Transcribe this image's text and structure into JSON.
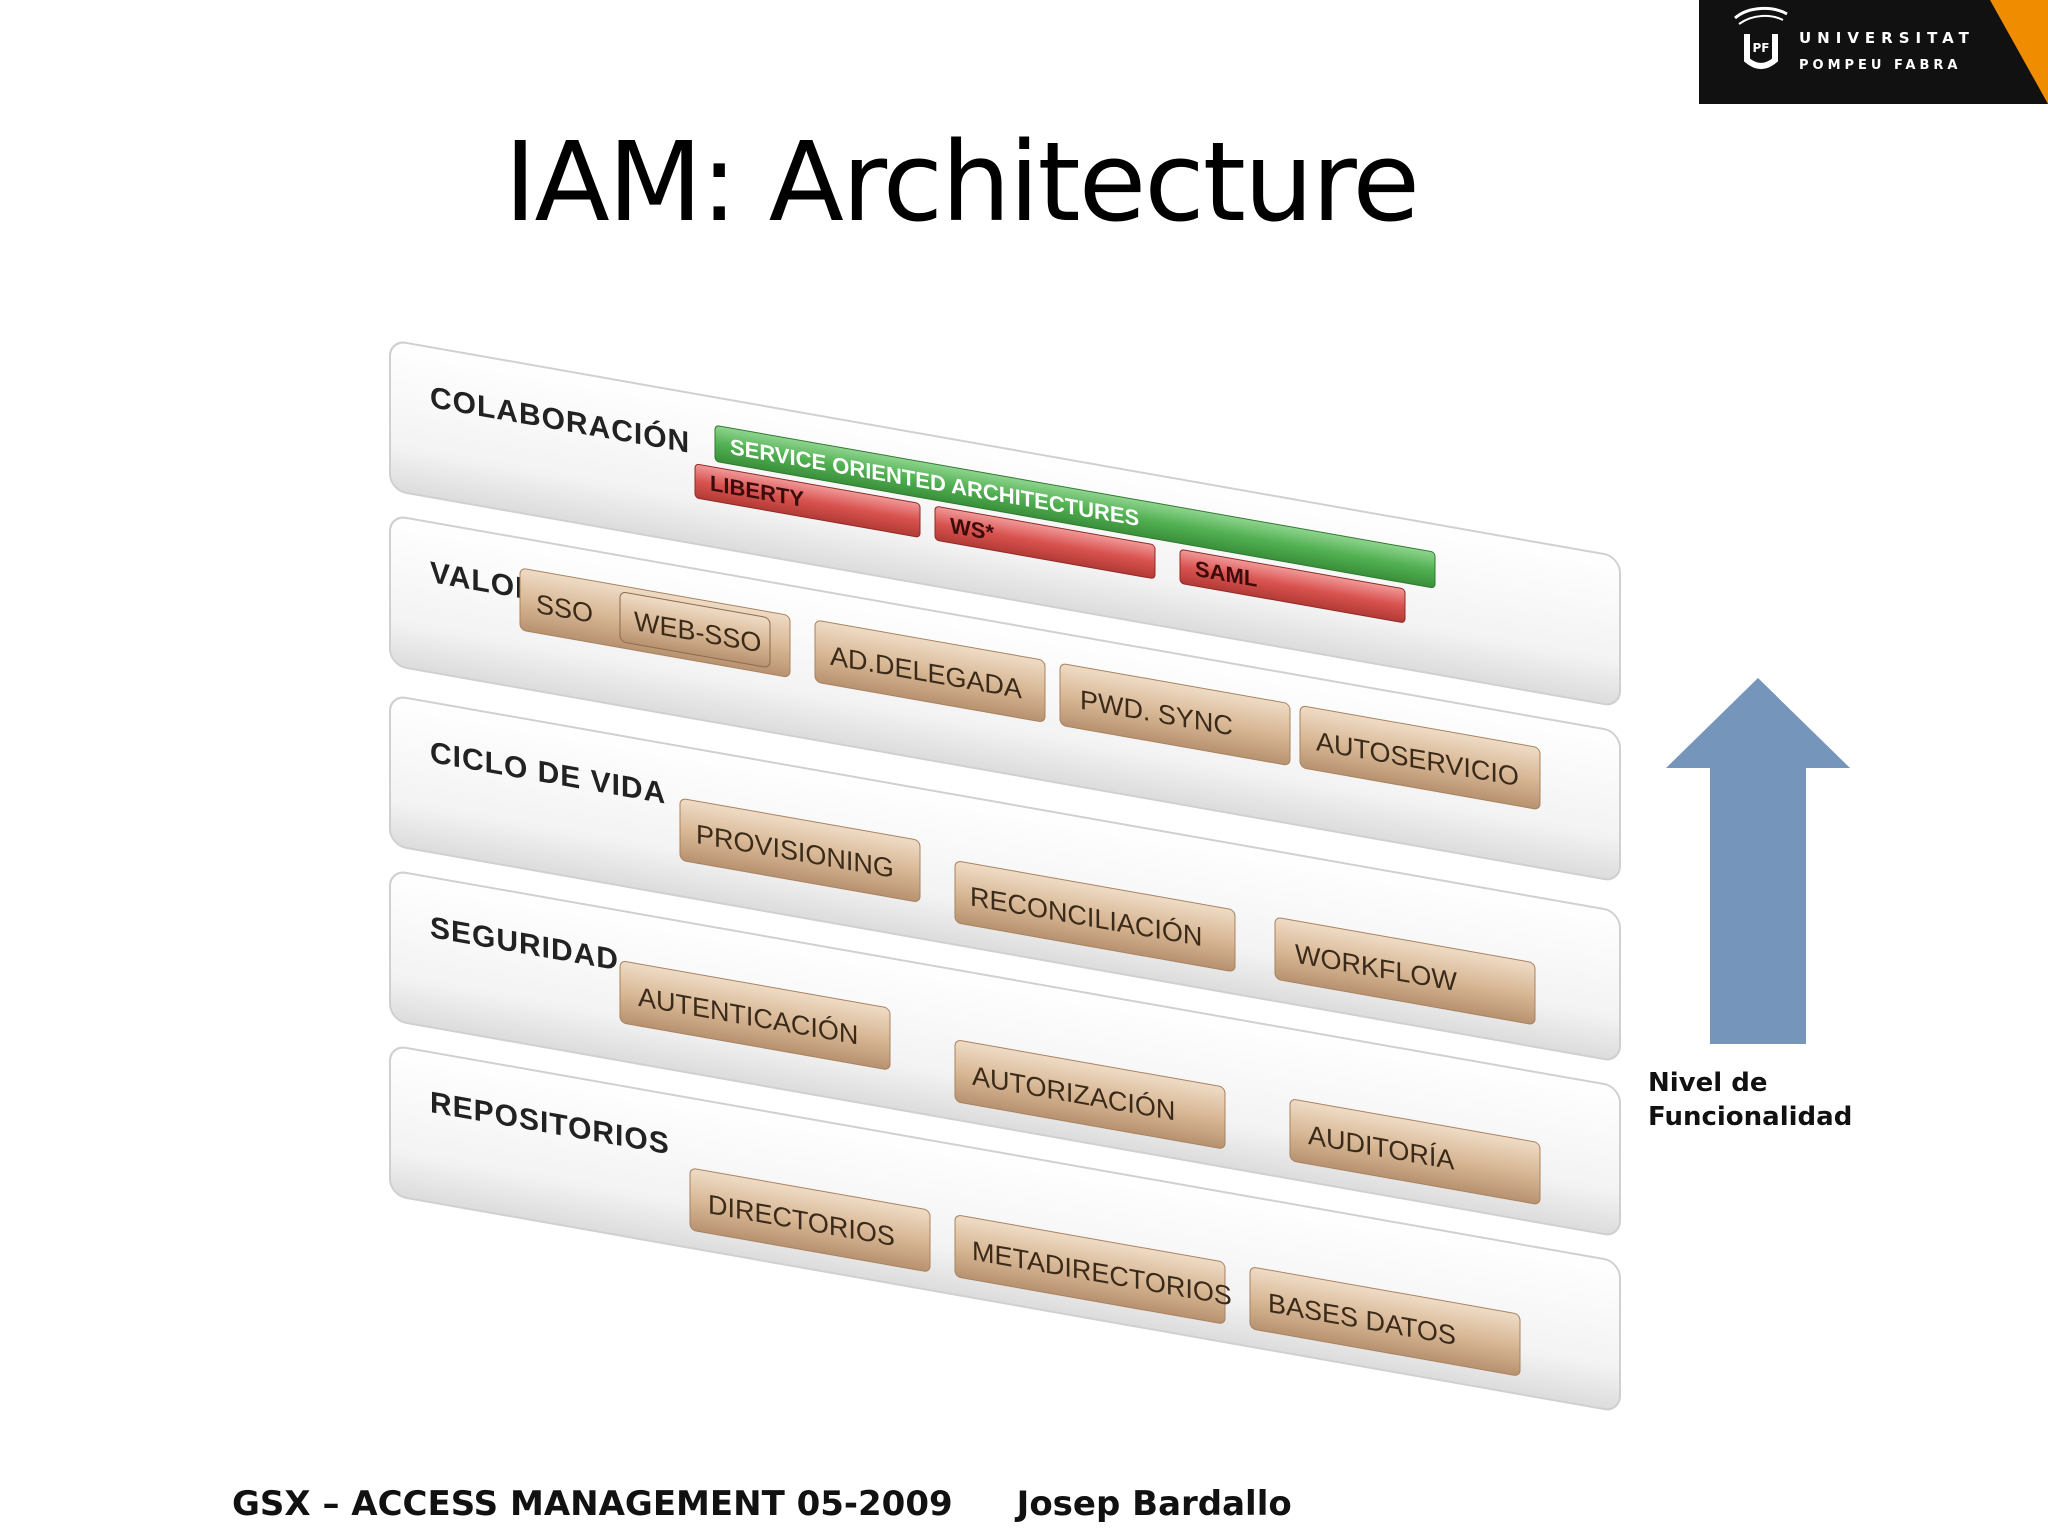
{
  "slide": {
    "title": "IAM: Architecture",
    "logo": {
      "line1": "UNIVERSITAT",
      "line2": "POMPEU FABRA",
      "icon": "upf-logo-icon"
    },
    "footer": {
      "left": "GSX – ACCESS MANAGEMENT 05-2009",
      "right": "Josep Bardallo"
    },
    "side_note": {
      "line1": "Nivel de",
      "line2": "Funcionalidad",
      "icon": "up-arrow-icon"
    }
  },
  "layers": [
    {
      "name": "COLABORACIÓN",
      "bars": [
        {
          "label": "SERVICE ORIENTED ARCHITECTURES",
          "color": "#4caf50"
        },
        {
          "label": "LIBERTY",
          "color": "#d9534f"
        },
        {
          "label": "WS*",
          "color": "#d9534f"
        },
        {
          "label": "SAML",
          "color": "#d9534f"
        }
      ]
    },
    {
      "name": "VALOR",
      "blocks": [
        "SSO",
        "WEB-SSO",
        "AD.DELEGADA",
        "PWD. SYNC",
        "AUTOSERVICIO"
      ]
    },
    {
      "name": "CICLO DE VIDA",
      "blocks": [
        "PROVISIONING",
        "RECONCILIACIÓN",
        "WORKFLOW"
      ]
    },
    {
      "name": "SEGURIDAD",
      "blocks": [
        "AUTENTICACIÓN",
        "AUTORIZACIÓN",
        "AUDITORÍA"
      ]
    },
    {
      "name": "REPOSITORIOS",
      "blocks": [
        "DIRECTORIOS",
        "METADIRECTORIOS",
        "BASES DATOS"
      ]
    }
  ],
  "colors": {
    "block_fill": "#d7b796",
    "layer_fill": "#f4f4f4",
    "arrow": "#7595bb",
    "logo_background": "#111111",
    "logo_accent": "#f08c00"
  }
}
